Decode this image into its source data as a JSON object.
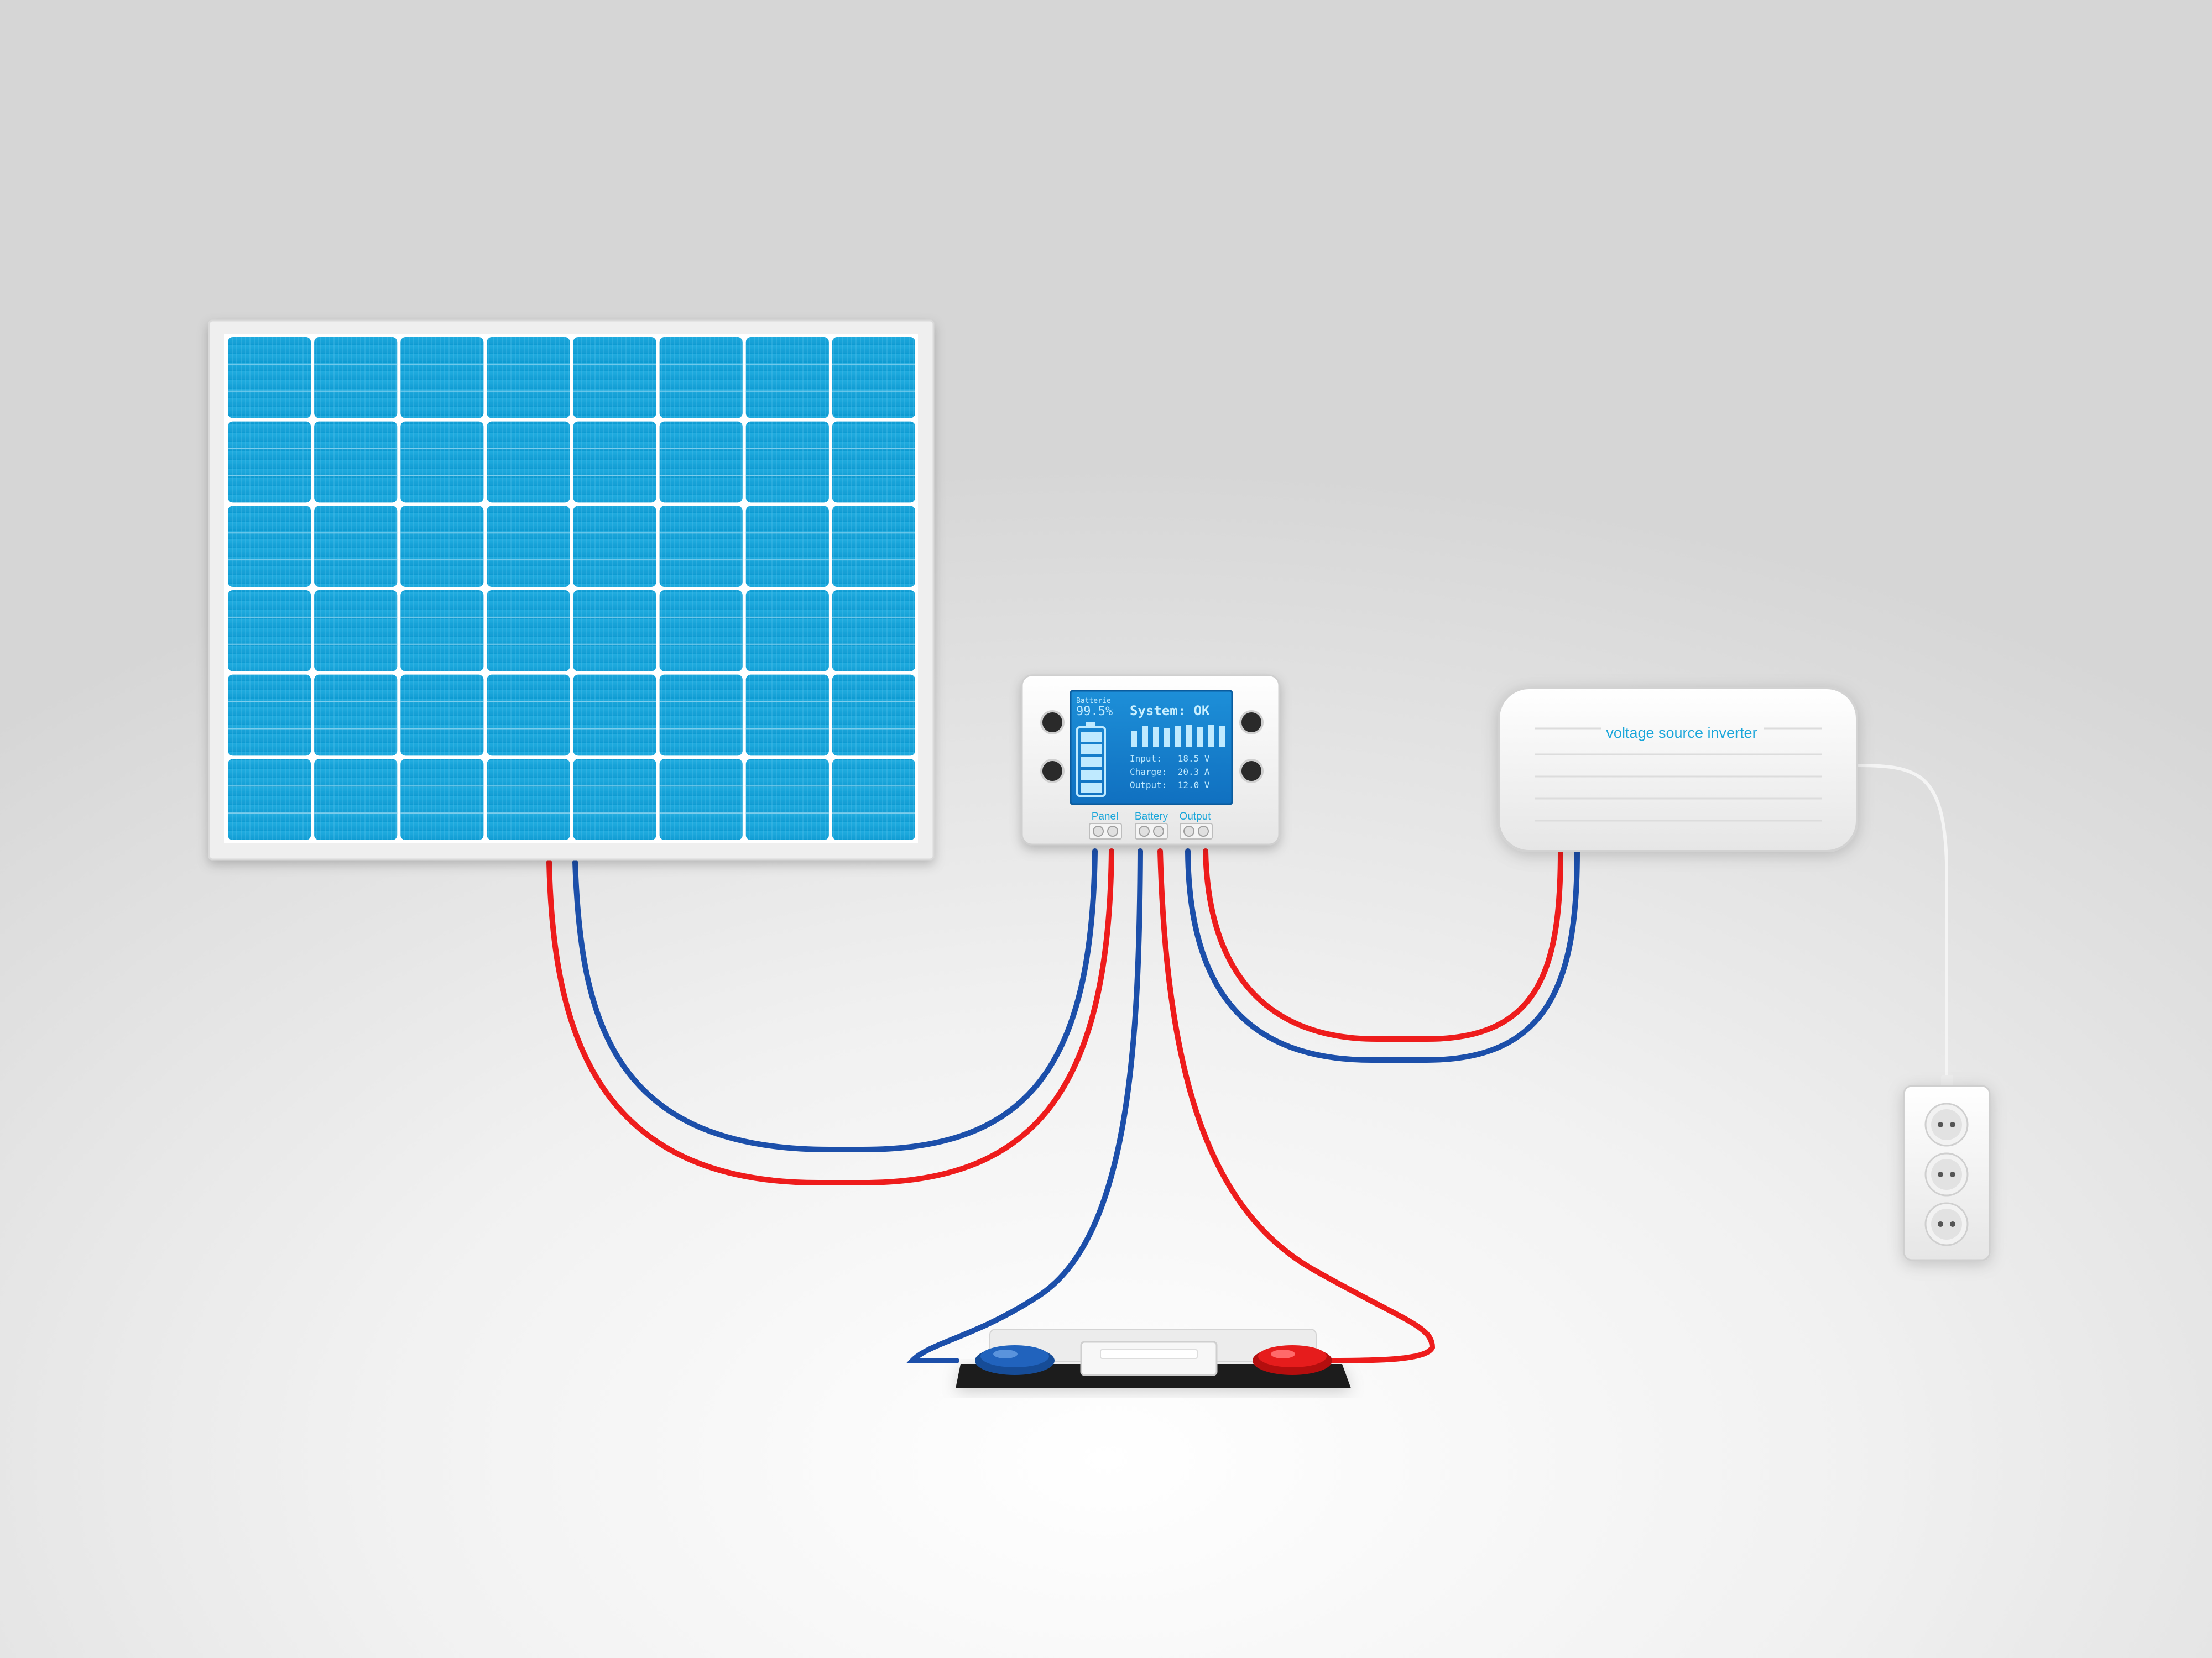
{
  "solar_panel": {
    "rows": 6,
    "cols": 8,
    "cell_color": "#1aa6da",
    "frame_color": "#eeeeee"
  },
  "controller": {
    "display": {
      "battery_label": "Batterie",
      "battery_percent": "99.5%",
      "system_status": "System: OK",
      "input": "Input:   18.5 V",
      "charge": "Charge:  20.3 A",
      "output": "Output:  12.0 V"
    },
    "ports": {
      "panel": "Panel",
      "battery": "Battery",
      "output": "Output"
    },
    "accent_color": "#1aa6da"
  },
  "inverter": {
    "label": "voltage source inverter"
  },
  "socket_strip": {
    "outlet_count": 3
  },
  "battery": {
    "negative_terminal_color": "#1f5fb5",
    "positive_terminal_color": "#e01818"
  },
  "wires": {
    "positive_color": "#ee1c1c",
    "negative_color": "#1c4faa"
  }
}
